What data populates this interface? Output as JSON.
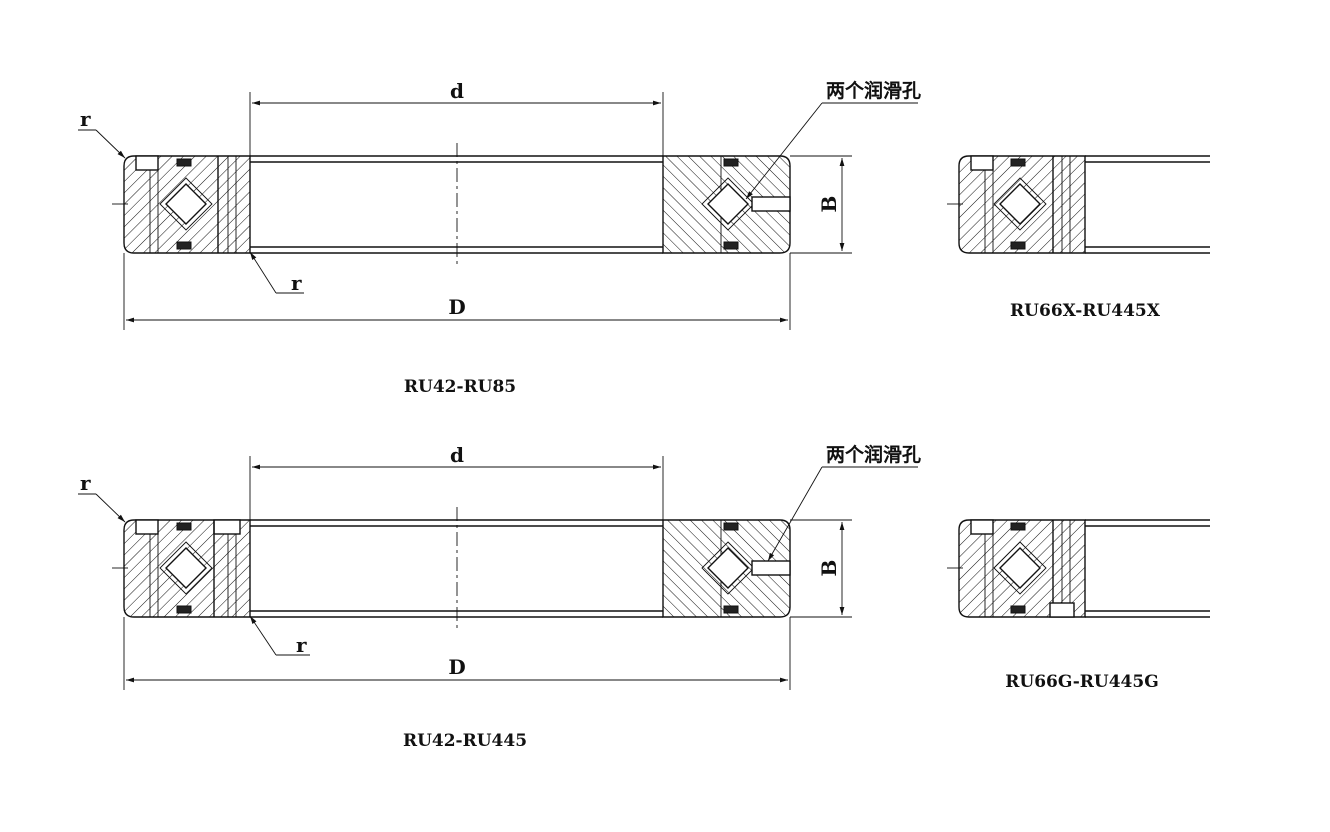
{
  "labels": {
    "inner_diameter": "d",
    "outer_diameter": "D",
    "width": "B",
    "radius": "r",
    "lubrication_note": "两个润滑孔"
  },
  "captions": {
    "top_left": "RU42-RU85",
    "top_right": "RU66X-RU445X",
    "bottom_left": "RU42-RU445",
    "bottom_right": "RU66G-RU445G"
  }
}
